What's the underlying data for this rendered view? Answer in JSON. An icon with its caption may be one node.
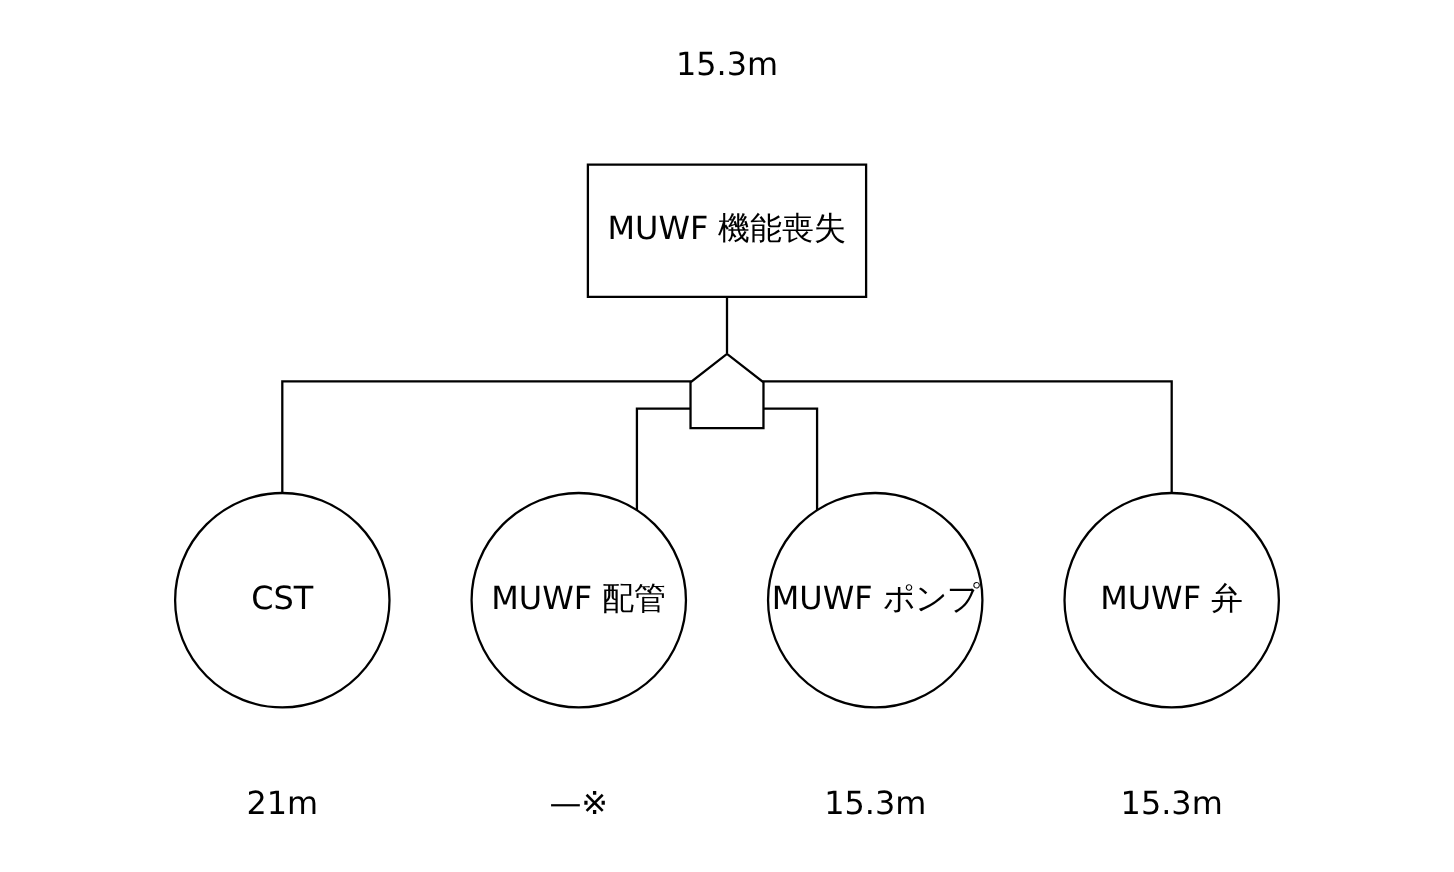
{
  "diagram": {
    "nodes": [
      {
        "text": [
          "MUWF 機能喪失"
        ],
        "beside": [
          "15.3m"
        ]
      },
      {
        "text": [],
        "shape": "gate"
      },
      {
        "text": [
          "CST"
        ],
        "beside": [
          "21m"
        ]
      },
      {
        "text": [
          "MUWF 配管"
        ],
        "beside": [
          "—※"
        ]
      },
      {
        "text": [
          "MUWF ポンプ"
        ],
        "beside": [
          "15.3m"
        ]
      },
      {
        "text": [
          "MUWF 弁"
        ],
        "beside": [
          "15.3m"
        ]
      }
    ],
    "edges": [
      {
        "from": 0,
        "to": 1,
        "arrow": "none"
      },
      {
        "from": 1,
        "to": 2,
        "arrow": "none"
      },
      {
        "from": 1,
        "to": 3,
        "arrow": "none"
      },
      {
        "from": 1,
        "to": 4,
        "arrow": "none"
      },
      {
        "from": 1,
        "to": 5,
        "arrow": "none"
      }
    ]
  }
}
